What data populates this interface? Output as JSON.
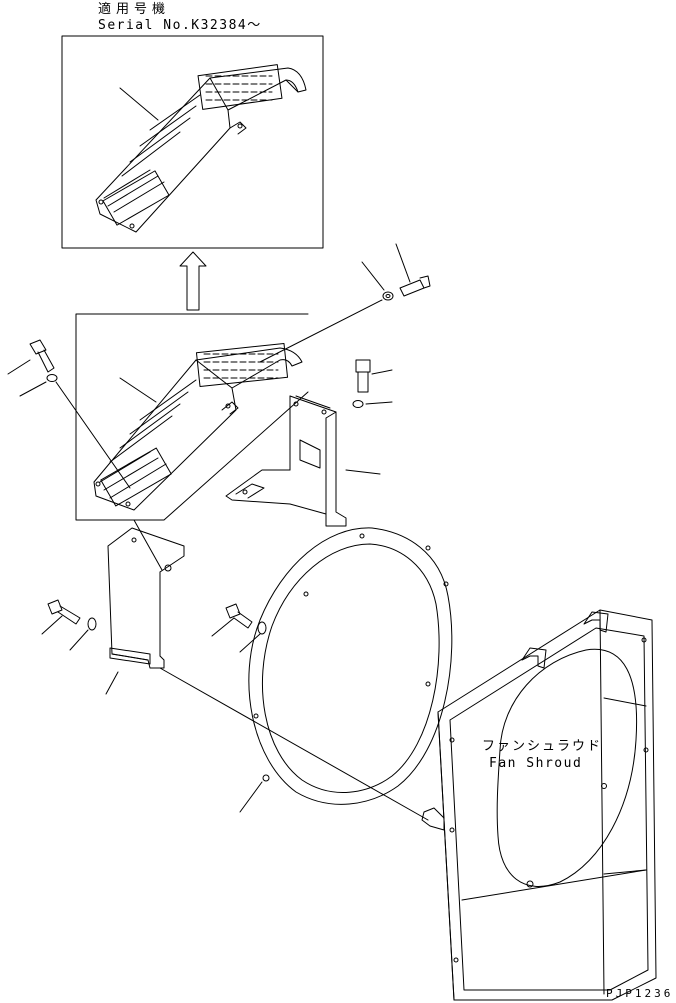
{
  "header": {
    "applicable_model_jp": "適用号機",
    "serial_range": "Serial No.K32384～"
  },
  "parts": {
    "fan_shroud_jp": "ファンシュラウド",
    "fan_shroud_en": "Fan Shroud"
  },
  "footer": {
    "drawing_code": "PJP1236"
  },
  "colors": {
    "line": "#000000",
    "background": "#ffffff"
  }
}
